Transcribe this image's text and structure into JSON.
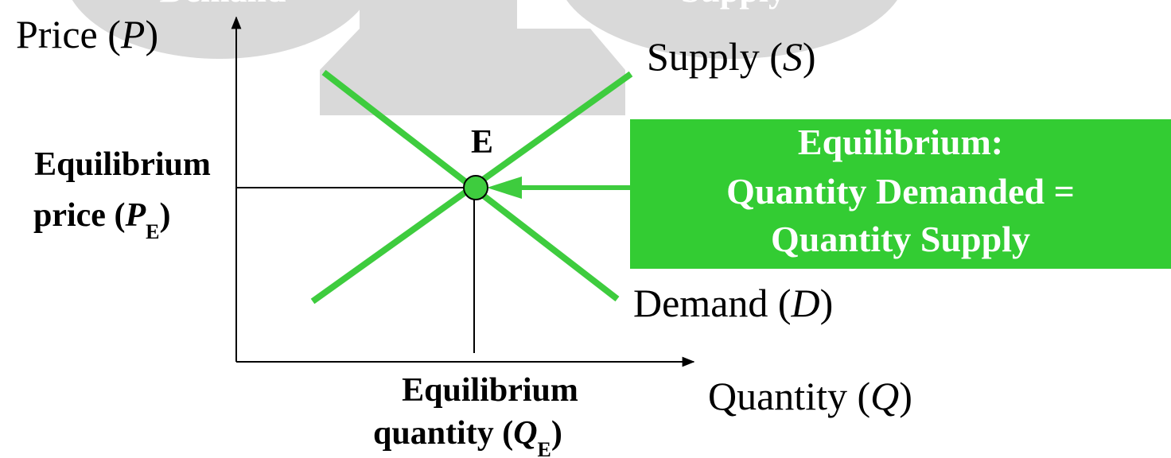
{
  "colors": {
    "curve": "#3ecc3e",
    "callout_bg": "#33cc33",
    "callout_text": "#ffffff",
    "point_fill": "#3ecc3e",
    "point_stroke": "#000000",
    "ghost_bg": "#d9d9d9",
    "axis": "#000000"
  },
  "ghost": {
    "demand_label": "Demand",
    "supply_label": "Supply"
  },
  "axes": {
    "y_label_prefix": "Price (",
    "y_label_var": "P",
    "y_label_suffix": ")",
    "x_label_prefix": "Quantity (",
    "x_label_var": "Q",
    "x_label_suffix": ")"
  },
  "curves": {
    "supply_prefix": "Supply (",
    "supply_var": "S",
    "supply_suffix": ")",
    "demand_prefix": "Demand (",
    "demand_var": "D",
    "demand_suffix": ")"
  },
  "equilibrium": {
    "point_label": "E",
    "price_line1": "Equilibrium",
    "price_line2_prefix": "price (",
    "price_var": "P",
    "price_sub": "E",
    "price_suffix": ")",
    "quantity_line1": "Equilibrium",
    "quantity_line2_prefix": "quantity (",
    "quantity_var": "Q",
    "quantity_sub": "E",
    "quantity_suffix": ")"
  },
  "callout": {
    "line1": "Equilibrium:",
    "line2": "Quantity Demanded =",
    "line3": "Quantity Supply"
  }
}
